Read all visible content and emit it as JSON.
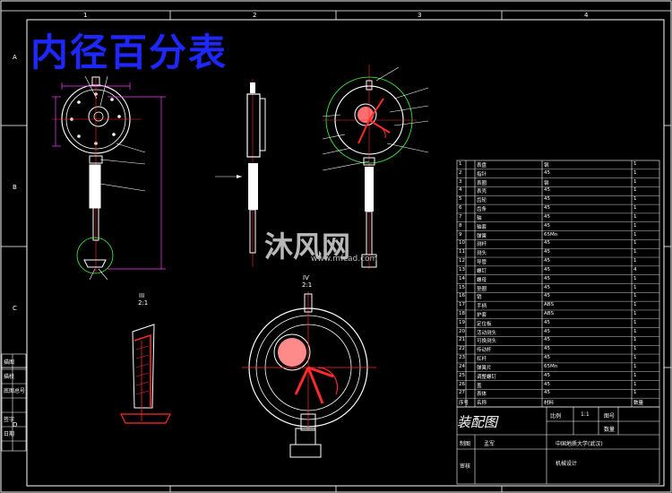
{
  "drawing_title": "内径百分表",
  "border_labels": {
    "top": [
      "1",
      "2",
      "3",
      "4"
    ],
    "left": [
      "A",
      "B",
      "C",
      "D"
    ]
  },
  "section_labels": [
    "III",
    "IV"
  ],
  "view_labels": [
    "2:1",
    "2:1"
  ],
  "watermark": {
    "main": "沐风网",
    "url": "www.mfcad.com"
  },
  "title_block": {
    "name": "装配图",
    "scale_label": "比例",
    "scale_value": "1:1",
    "sheet_label": "图号",
    "qty_label": "数量",
    "designer_label": "制图",
    "checker_label": "审核",
    "school": "中国地质大学(武汉)",
    "major": "机械设计",
    "student": "孟军"
  },
  "parts_table": {
    "header": [
      "序号",
      "名称",
      "材料",
      "数量"
    ],
    "rows": [
      [
        "1",
        "表盘",
        "钢",
        "1"
      ],
      [
        "2",
        "指针",
        "45",
        "1"
      ],
      [
        "3",
        "表圈",
        "钢",
        "1"
      ],
      [
        "4",
        "表壳",
        "45",
        "1"
      ],
      [
        "5",
        "齿轮",
        "45",
        "1"
      ],
      [
        "6",
        "齿条",
        "45",
        "1"
      ],
      [
        "7",
        "轴",
        "45",
        "1"
      ],
      [
        "8",
        "轴套",
        "45",
        "1"
      ],
      [
        "9",
        "弹簧",
        "65Mn",
        "1"
      ],
      [
        "10",
        "测杆",
        "45",
        "1"
      ],
      [
        "11",
        "测头",
        "45",
        "1"
      ],
      [
        "12",
        "导管",
        "45",
        "1"
      ],
      [
        "13",
        "螺钉",
        "45",
        "4"
      ],
      [
        "14",
        "螺母",
        "45",
        "1"
      ],
      [
        "15",
        "垫圈",
        "45",
        "1"
      ],
      [
        "16",
        "销",
        "45",
        "1"
      ],
      [
        "17",
        "手柄",
        "ABS",
        "1"
      ],
      [
        "18",
        "护套",
        "ABS",
        "1"
      ],
      [
        "19",
        "定位板",
        "45",
        "1"
      ],
      [
        "20",
        "活动测头",
        "45",
        "1"
      ],
      [
        "21",
        "可换测头",
        "45",
        "1"
      ],
      [
        "22",
        "传动杆",
        "45",
        "1"
      ],
      [
        "23",
        "杠杆",
        "45",
        "1"
      ],
      [
        "24",
        "弹簧片",
        "65Mn",
        "1"
      ],
      [
        "25",
        "调整螺钉",
        "45",
        "1"
      ],
      [
        "26",
        "盖",
        "45",
        "1"
      ],
      [
        "27",
        "表体",
        "45",
        "1"
      ]
    ]
  },
  "left_stamp": [
    "描图",
    "描校",
    "底图总号",
    "签字",
    "日期"
  ]
}
